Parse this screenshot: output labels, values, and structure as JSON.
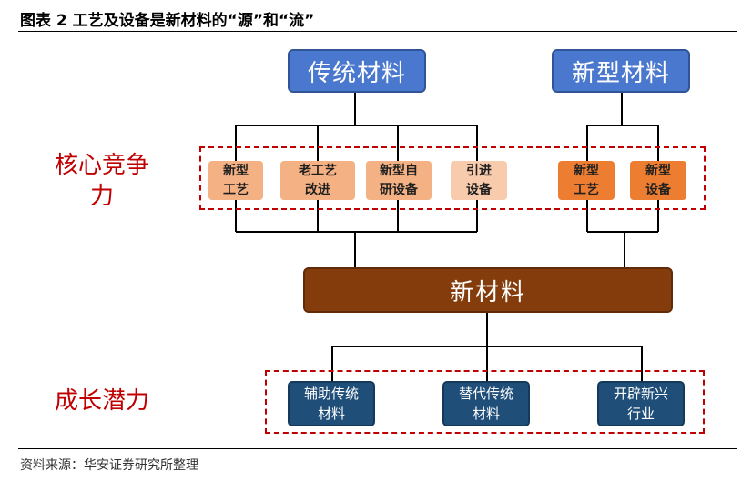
{
  "title": "图表 2 工艺及设备是新材料的“源”和“流”",
  "source": "资料来源：华安证券研究所整理",
  "top": {
    "traditional": "传统材料",
    "new_type": "新型材料"
  },
  "core": {
    "label_line1": "核心竞争",
    "label_line2": "力",
    "items": [
      {
        "line1": "新型",
        "line2": "工艺",
        "color": "#f4b183"
      },
      {
        "line1": "老工艺",
        "line2": "改进",
        "color": "#f4b183"
      },
      {
        "line1": "新型自",
        "line2": "研设备",
        "color": "#f4b183"
      },
      {
        "line1": "引进",
        "line2": "设备",
        "color": "#f8cbad"
      },
      {
        "line1": "新型",
        "line2": "工艺",
        "color": "#ed7d31"
      },
      {
        "line1": "新型",
        "line2": "设备",
        "color": "#ed7d31"
      }
    ]
  },
  "center": {
    "label": "新材料"
  },
  "growth": {
    "label": "成长潜力",
    "items": [
      {
        "line1": "辅助传统",
        "line2": "材料"
      },
      {
        "line1": "替代传统",
        "line2": "材料"
      },
      {
        "line1": "开辟新兴",
        "line2": "行业"
      }
    ]
  },
  "colors": {
    "accent_red": "#c00000",
    "blue": "#4a78cf",
    "brown": "#843c0c",
    "navy": "#1f4e79"
  }
}
